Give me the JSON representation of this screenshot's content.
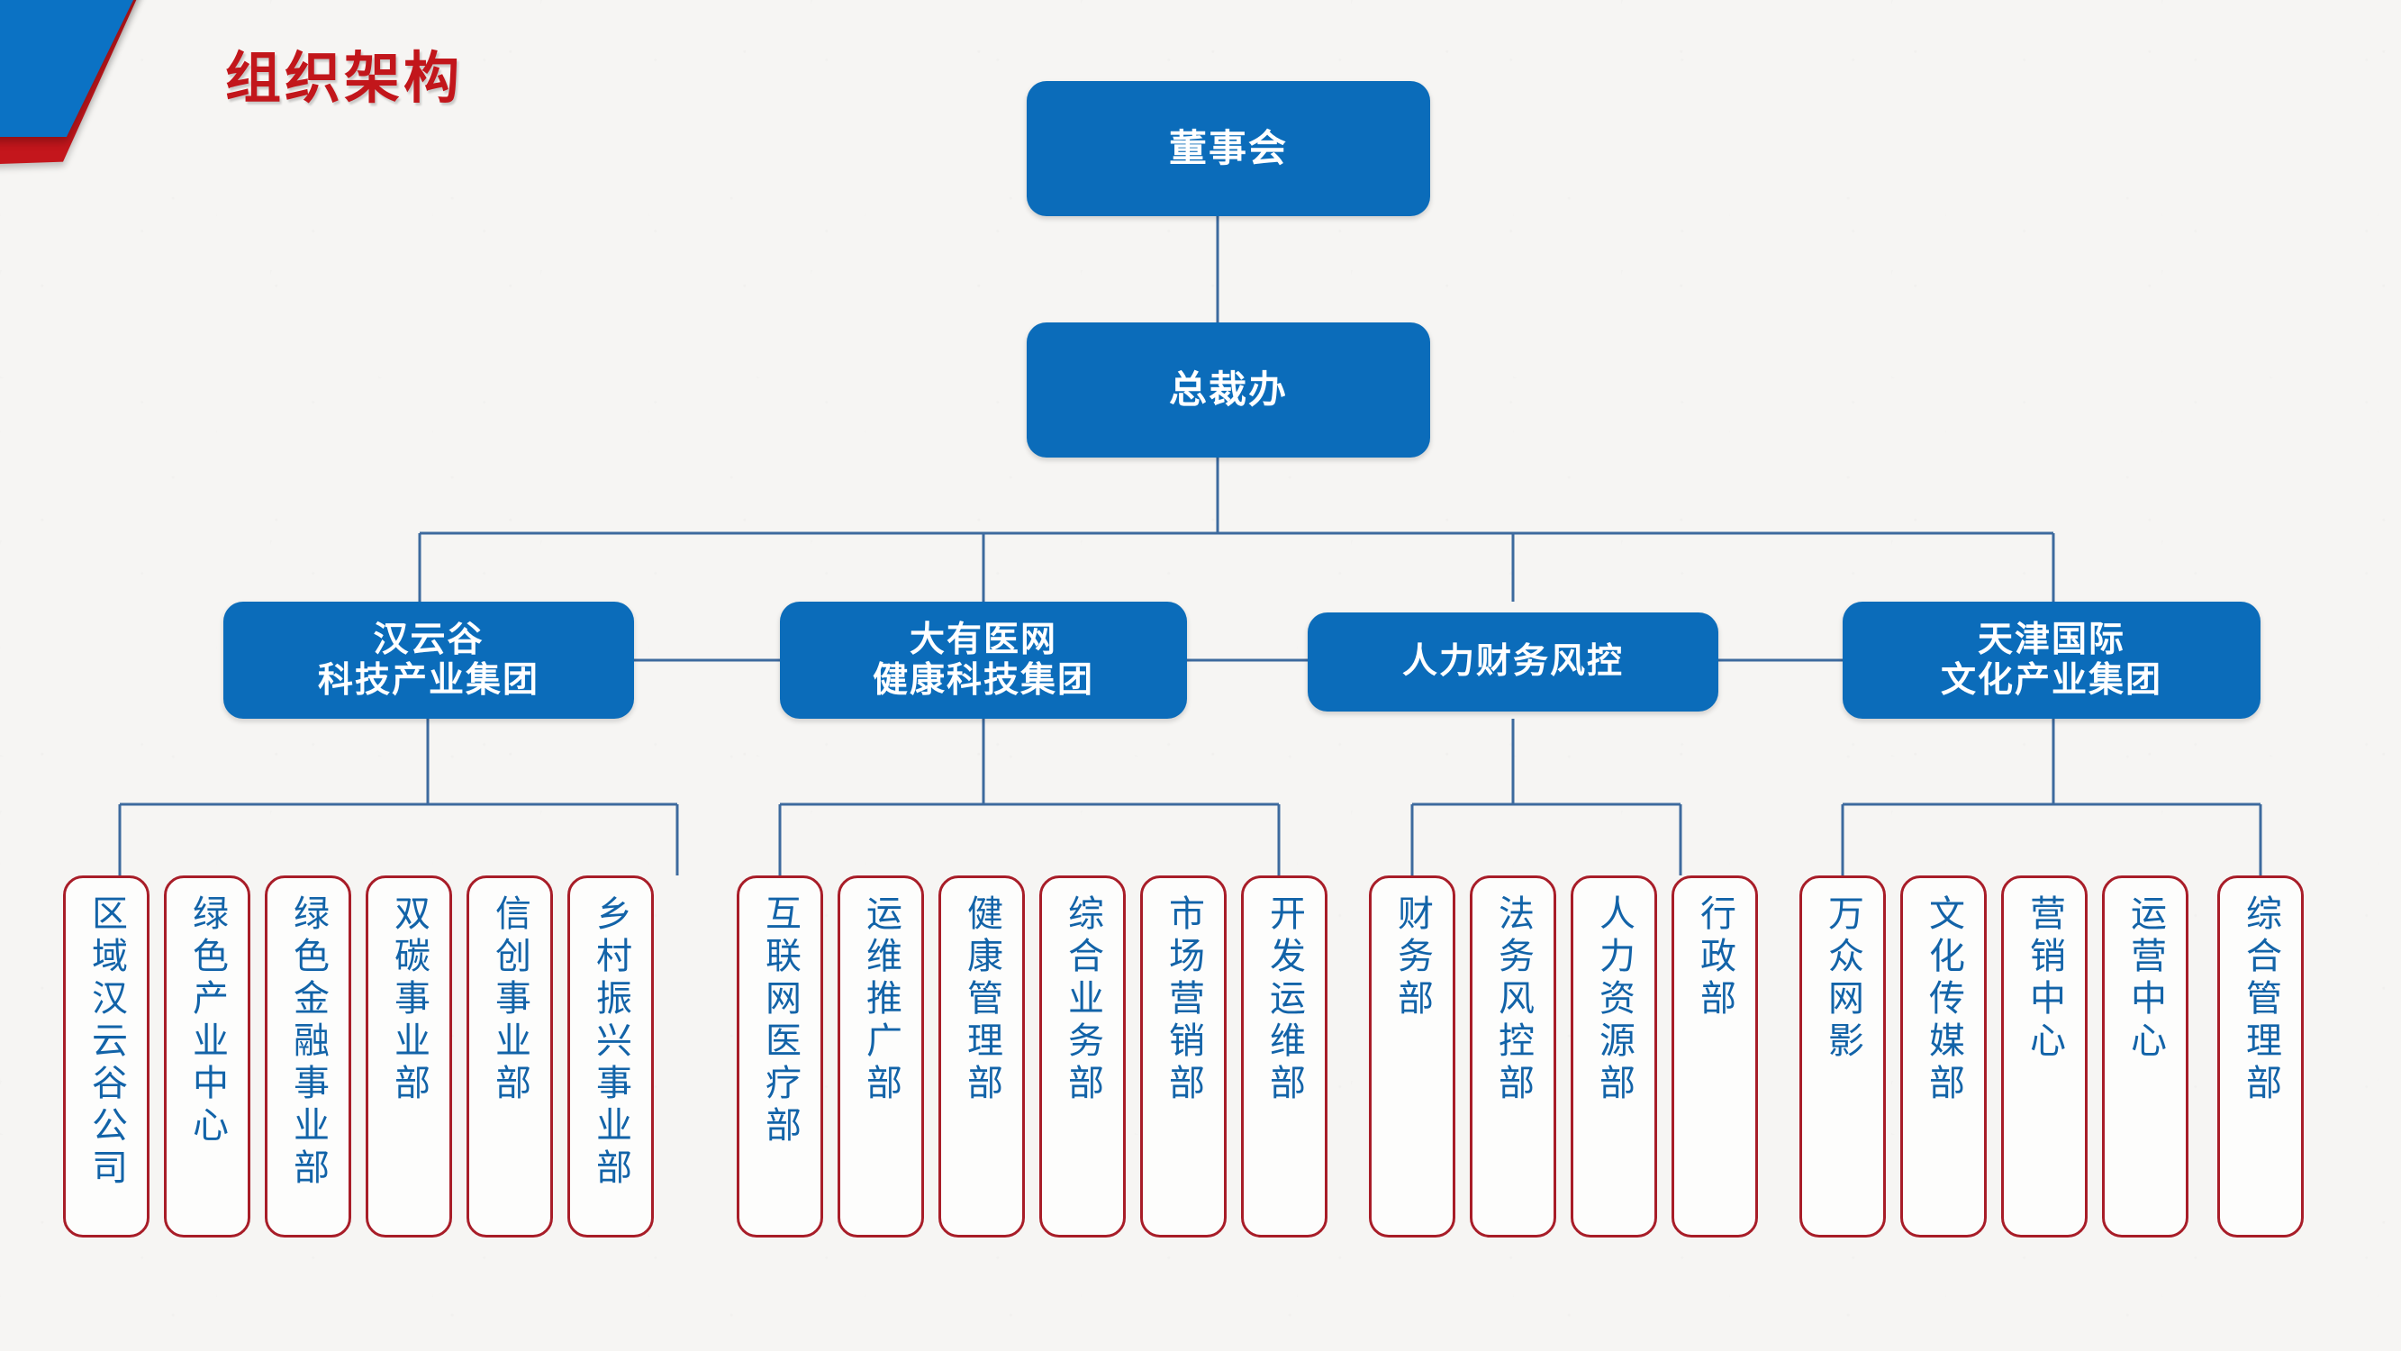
{
  "page": {
    "title": "组织架构",
    "title_color": "#c2161b",
    "node_blue_color": "#0b6cba",
    "leaf_border_color": "#a81d28",
    "leaf_text_color": "#1263a8",
    "connector_color": "#3d6a9e",
    "background_color": "#f6f5f3"
  },
  "chart_data": {
    "type": "diagram",
    "title": "组织架构",
    "root": "董事会",
    "levels": [
      {
        "level": 1,
        "nodes": [
          "董事会"
        ]
      },
      {
        "level": 2,
        "nodes": [
          "总裁办"
        ]
      },
      {
        "level": 3,
        "nodes": [
          "汉云谷\n科技产业集团",
          "大有医网\n健康科技集团",
          "人力财务风控",
          "天津国际\n文化产业集团"
        ]
      },
      {
        "level": 4,
        "nodes": [
          "区域汉云谷公司",
          "绿色产业中心",
          "绿色金融事业部",
          "双碳事业部",
          "信创事业部",
          "乡村振兴事业部",
          "互联网医疗部",
          "运维推广部",
          "健康管理部",
          "综合业务部",
          "市场营销部",
          "开发运维部",
          "财务部",
          "法务风控部",
          "人力资源部",
          "行政部",
          "万众网影",
          "文化传媒部",
          "营销中心",
          "运营中心",
          "综合管理部"
        ]
      }
    ]
  },
  "org": {
    "board": {
      "label": "董事会"
    },
    "president_office": {
      "label": "总裁办"
    },
    "divisions": [
      {
        "label": "汉云谷\n科技产业集团",
        "departments": [
          {
            "label": "区域汉云谷公司"
          },
          {
            "label": "绿色产业中心"
          },
          {
            "label": "绿色金融事业部"
          },
          {
            "label": "双碳事业部"
          },
          {
            "label": "信创事业部"
          },
          {
            "label": "乡村振兴事业部"
          }
        ]
      },
      {
        "label": "大有医网\n健康科技集团",
        "departments": [
          {
            "label": "互联网医疗部"
          },
          {
            "label": "运维推广部"
          },
          {
            "label": "健康管理部"
          },
          {
            "label": "综合业务部"
          },
          {
            "label": "市场营销部"
          },
          {
            "label": "开发运维部"
          }
        ]
      },
      {
        "label": "人力财务风控",
        "departments": [
          {
            "label": "财务部"
          },
          {
            "label": "法务风控部"
          },
          {
            "label": "人力资源部"
          },
          {
            "label": "行政部"
          }
        ]
      },
      {
        "label": "天津国际\n文化产业集团",
        "departments": [
          {
            "label": "万众网影"
          },
          {
            "label": "文化传媒部"
          },
          {
            "label": "营销中心"
          },
          {
            "label": "运营中心"
          },
          {
            "label": "综合管理部"
          }
        ]
      }
    ]
  }
}
